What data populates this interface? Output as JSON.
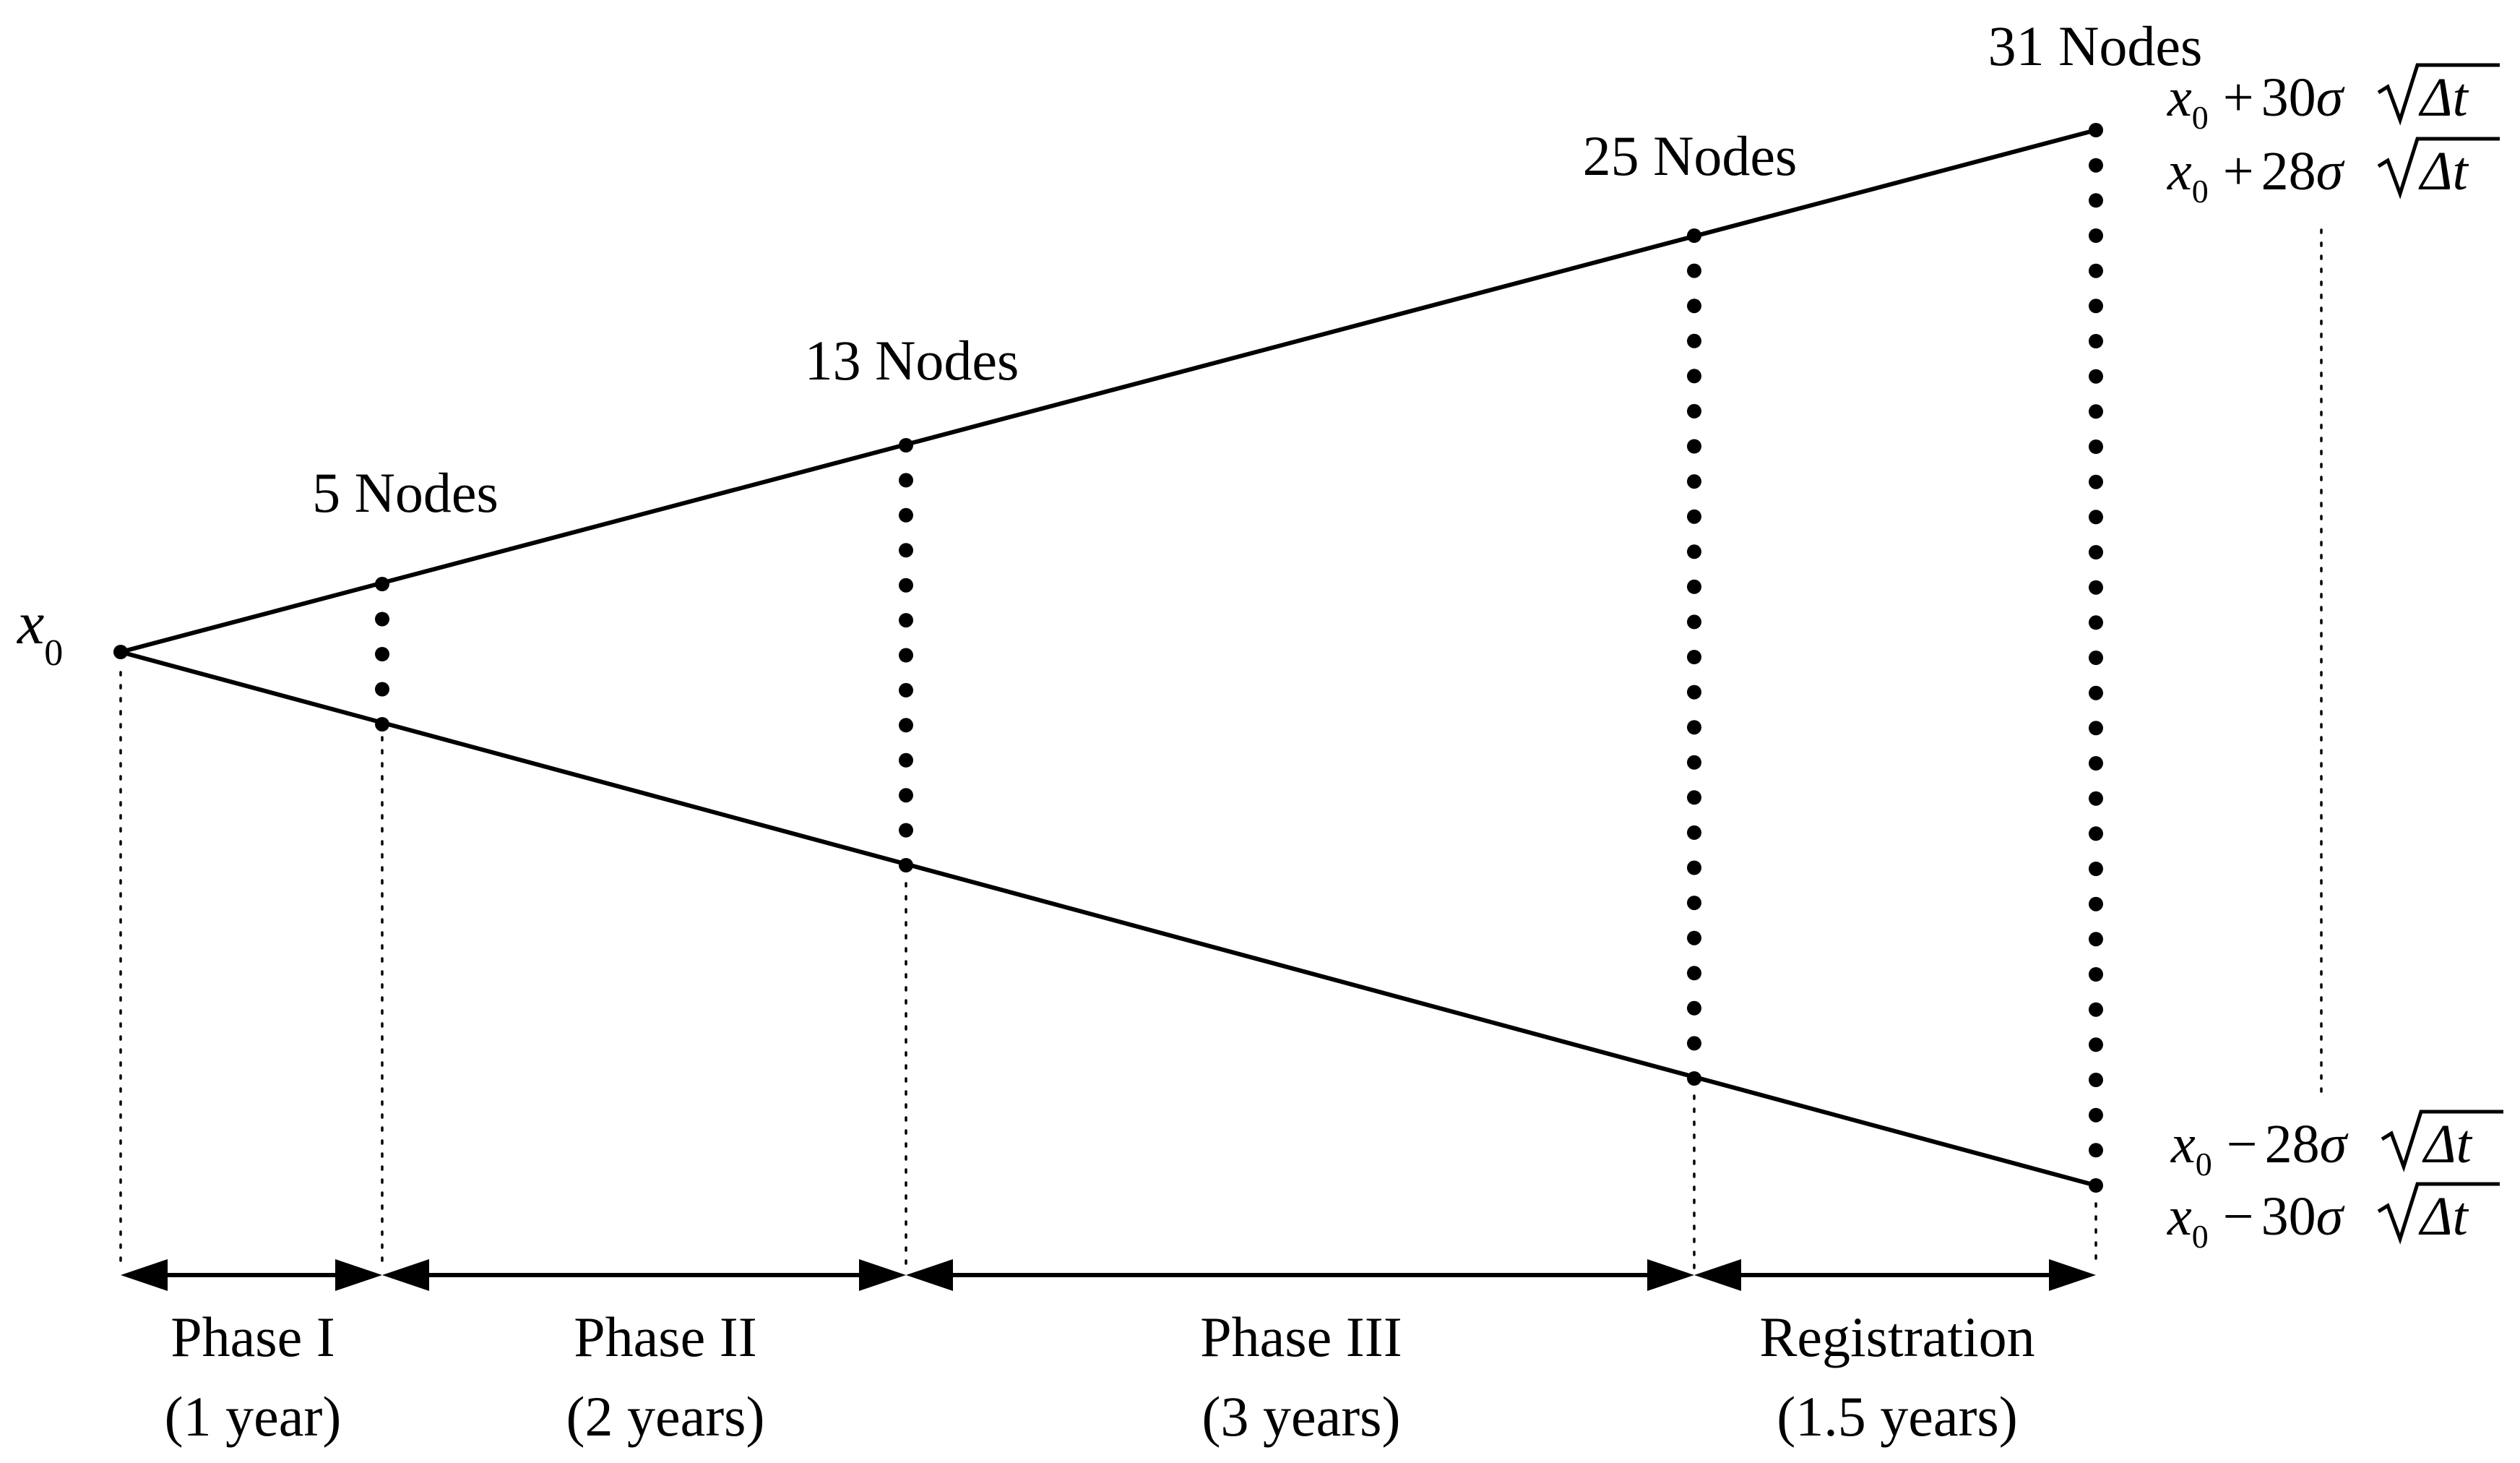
{
  "origin": {
    "var": "x",
    "sub": "0"
  },
  "node_labels": [
    "5 Nodes",
    "13 Nodes",
    "25 Nodes",
    "31 Nodes"
  ],
  "node_counts": [
    5,
    13,
    25,
    31
  ],
  "phases": [
    {
      "name": "Phase I",
      "duration": "(1 year)"
    },
    {
      "name": "Phase II",
      "duration": "(2 years)"
    },
    {
      "name": "Phase III",
      "duration": "(3 years)"
    },
    {
      "name": "Registration",
      "duration": "(1.5 years)"
    }
  ],
  "bounds": {
    "upper_outer": {
      "var": "x",
      "sub": "0",
      "op": "+",
      "coef": "30",
      "sigma": "σ",
      "sqrt_arg": "Δt"
    },
    "upper_inner": {
      "var": "x",
      "sub": "0",
      "op": "+",
      "coef": "28",
      "sigma": "σ",
      "sqrt_arg": "Δt"
    },
    "lower_inner": {
      "var": "x",
      "sub": "0",
      "op": "−",
      "coef": "28",
      "sigma": "σ",
      "sqrt_arg": "Δt"
    },
    "lower_outer": {
      "var": "x",
      "sub": "0",
      "op": "−",
      "coef": "30",
      "sigma": "σ",
      "sqrt_arg": "Δt"
    }
  }
}
